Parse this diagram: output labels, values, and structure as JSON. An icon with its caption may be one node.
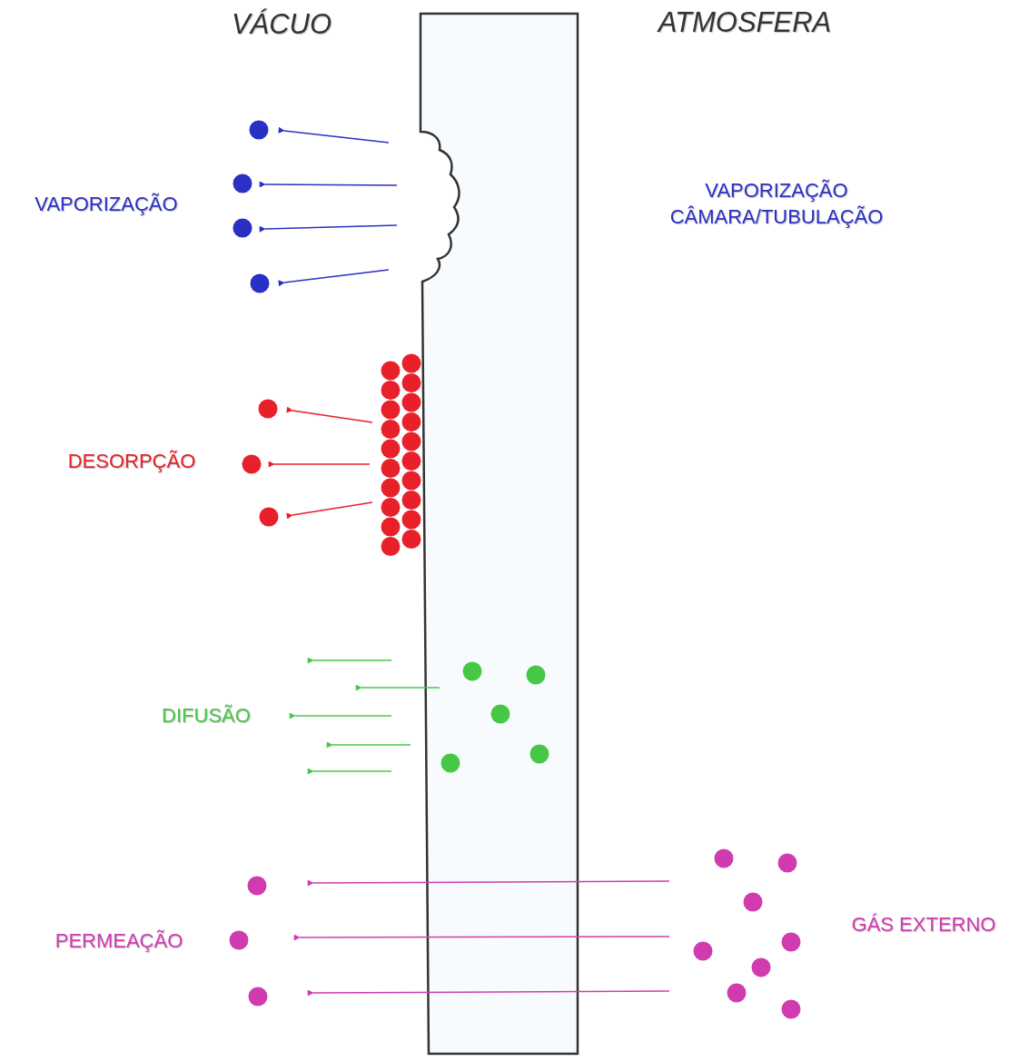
{
  "diagram": {
    "labels": [
      "VÁCUO",
      "ATMOSFERA",
      "VAPORIZAÇÃO",
      "VAPORIZAÇÃO CÂMARA/TUBULAÇÃO",
      "DESORPÇÃO",
      "DIFUSÃO",
      "GÁS EXTERNO",
      "PERMEAÇÃO"
    ]
  }
}
